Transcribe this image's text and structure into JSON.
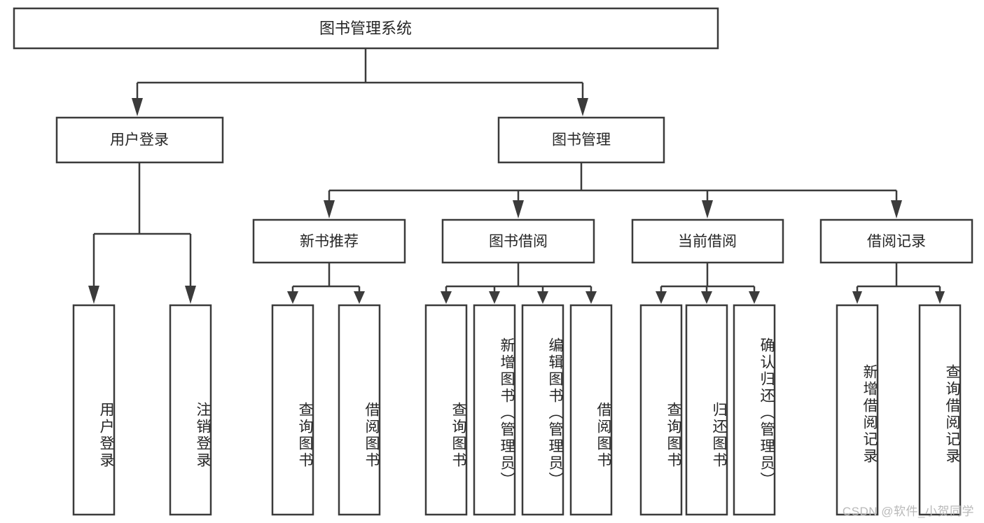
{
  "diagram": {
    "title": "图书管理系统",
    "watermark": "CSDN @软件_小贺同学",
    "type": "tree-hierarchy-diagram",
    "root": {
      "label": "图书管理系统"
    },
    "level2": [
      {
        "label": "用户登录"
      },
      {
        "label": "图书管理"
      }
    ],
    "level3": [
      {
        "label": "新书推荐"
      },
      {
        "label": "图书借阅"
      },
      {
        "label": "当前借阅"
      },
      {
        "label": "借阅记录"
      }
    ],
    "leaves": {
      "user_login": [
        {
          "label": "用户登录"
        },
        {
          "label": "注销登录"
        }
      ],
      "new_book_recommend": [
        {
          "label": "查询图书"
        },
        {
          "label": "借阅图书"
        }
      ],
      "book_borrow": [
        {
          "label": "查询图书"
        },
        {
          "label": "新增图书（管理员）"
        },
        {
          "label": "编辑图书（管理员）"
        },
        {
          "label": "借阅图书"
        }
      ],
      "current_borrow": [
        {
          "label": "查询图书"
        },
        {
          "label": "归还图书"
        },
        {
          "label": "确认归还（管理员）"
        }
      ],
      "borrow_record": [
        {
          "label": "新增借阅记录"
        },
        {
          "label": "查询借阅记录"
        }
      ]
    },
    "colors": {
      "box_border": "#3b3b3b",
      "box_fill": "#ffffff",
      "text": "#262626",
      "watermark": "#b9b9b9",
      "background": "#ffffff"
    }
  },
  "chart_data": {
    "type": "table",
    "title": "图书管理系统",
    "xlabel": "",
    "ylabel": "",
    "categories": [
      "用户登录",
      "图书管理"
    ],
    "series": [
      {
        "name": "用户登录",
        "values": [
          "用户登录",
          "注销登录"
        ]
      },
      {
        "name": "新书推荐",
        "values": [
          "查询图书",
          "借阅图书"
        ]
      },
      {
        "name": "图书借阅",
        "values": [
          "查询图书",
          "新增图书（管理员）",
          "编辑图书（管理员）",
          "借阅图书"
        ]
      },
      {
        "name": "当前借阅",
        "values": [
          "查询图书",
          "归还图书",
          "确认归还（管理员）"
        ]
      },
      {
        "name": "借阅记录",
        "values": [
          "新增借阅记录",
          "查询借阅记录"
        ]
      }
    ]
  }
}
